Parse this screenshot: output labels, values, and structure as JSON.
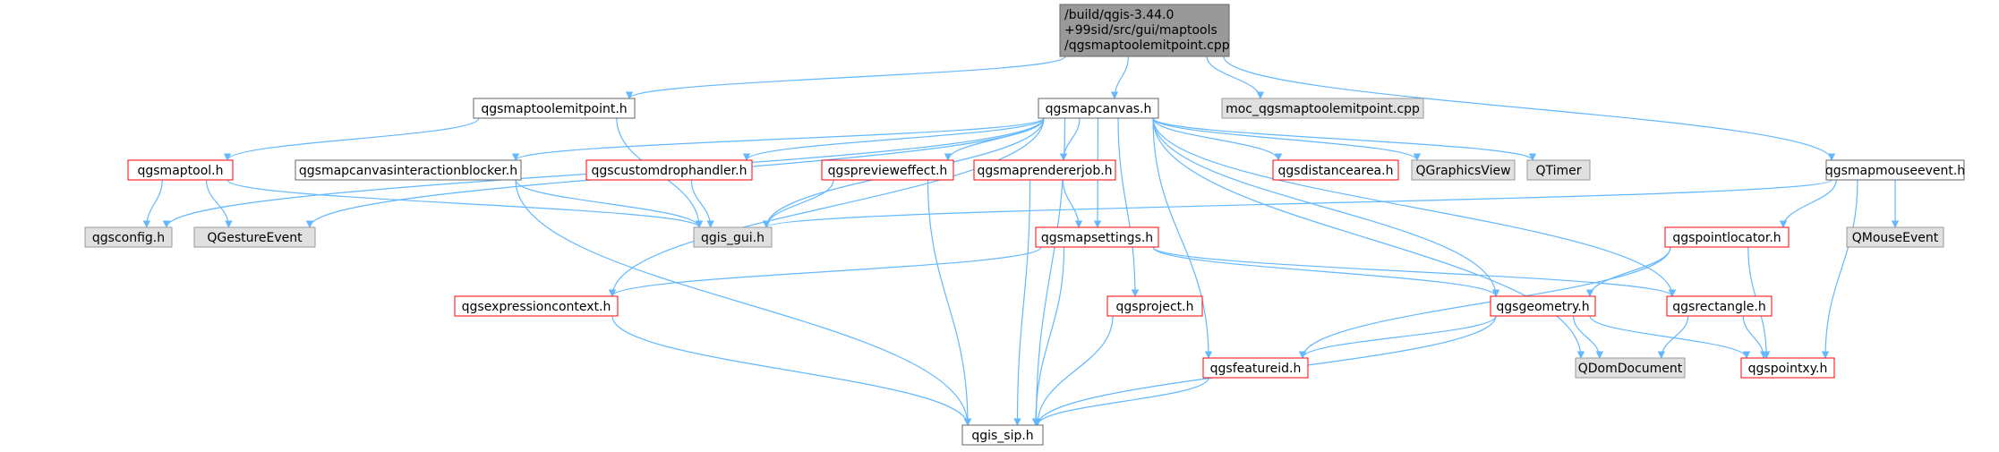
{
  "diagram": {
    "type": "include-dependency-graph",
    "colors": {
      "edge": "#63b8ff",
      "root_fill": "#999999",
      "external_fill": "#e0e0e0",
      "external_stroke": "#999999",
      "normal_stroke": "#666666",
      "truncated_stroke": "#ff0000"
    },
    "nodes": [
      {
        "id": "root",
        "label": "/build/qgis-3.44.0\n+99sid/src/gui/maptools\n/qgsmaptoolemitpoint.cpp",
        "kind": "root"
      },
      {
        "id": "maptoolemitpoint_h",
        "label": "qgsmaptoolemitpoint.h",
        "kind": "normal"
      },
      {
        "id": "mapcanvas_h",
        "label": "qgsmapcanvas.h",
        "kind": "normal"
      },
      {
        "id": "moc",
        "label": "moc_qgsmaptoolemitpoint.cpp",
        "kind": "external"
      },
      {
        "id": "maptool_h",
        "label": "qgsmaptool.h",
        "kind": "truncated"
      },
      {
        "id": "blocker_h",
        "label": "qgsmapcanvasinteractionblocker.h",
        "kind": "normal"
      },
      {
        "id": "customdrop_h",
        "label": "qgscustomdrophandler.h",
        "kind": "truncated"
      },
      {
        "id": "preview_h",
        "label": "qgspreviewеffect.h",
        "kind": "truncated"
      },
      {
        "id": "renderjob_h",
        "label": "qgsmaprendererjob.h",
        "kind": "truncated"
      },
      {
        "id": "distance_h",
        "label": "qgsdistancearea.h",
        "kind": "truncated"
      },
      {
        "id": "qgraphicsview",
        "label": "QGraphicsView",
        "kind": "external"
      },
      {
        "id": "qtimer",
        "label": "QTimer",
        "kind": "external"
      },
      {
        "id": "mouseevent_h",
        "label": "qgsmapmouseevent.h",
        "kind": "normal"
      },
      {
        "id": "config_h",
        "label": "qgsconfig.h",
        "kind": "external"
      },
      {
        "id": "qgesture",
        "label": "QGestureEvent",
        "kind": "external"
      },
      {
        "id": "gui_h",
        "label": "qgis_gui.h",
        "kind": "external"
      },
      {
        "id": "settings_h",
        "label": "qgsmapsettings.h",
        "kind": "truncated"
      },
      {
        "id": "pointlocator_h",
        "label": "qgspointlocator.h",
        "kind": "truncated"
      },
      {
        "id": "qmouseevent",
        "label": "QMouseEvent",
        "kind": "external"
      },
      {
        "id": "expression_h",
        "label": "qgsexpressioncontext.h",
        "kind": "truncated"
      },
      {
        "id": "project_h",
        "label": "qgsproject.h",
        "kind": "truncated"
      },
      {
        "id": "geometry_h",
        "label": "qgsgeometry.h",
        "kind": "truncated"
      },
      {
        "id": "rectangle_h",
        "label": "qgsrectangle.h",
        "kind": "truncated"
      },
      {
        "id": "featureid_h",
        "label": "qgsfeatureid.h",
        "kind": "truncated"
      },
      {
        "id": "qdom",
        "label": "QDomDocument",
        "kind": "external"
      },
      {
        "id": "pointxy_h",
        "label": "qgspointxy.h",
        "kind": "truncated"
      },
      {
        "id": "sip_h",
        "label": "qgis_sip.h",
        "kind": "normal"
      }
    ],
    "edges": [
      {
        "from": "root",
        "to": "maptoolemitpoint_h"
      },
      {
        "from": "root",
        "to": "mapcanvas_h"
      },
      {
        "from": "root",
        "to": "moc"
      },
      {
        "from": "root",
        "to": "mouseevent_h"
      },
      {
        "from": "maptoolemitpoint_h",
        "to": "maptool_h"
      },
      {
        "from": "maptoolemitpoint_h",
        "to": "gui_h"
      },
      {
        "from": "mapcanvas_h",
        "to": "config_h"
      },
      {
        "from": "mapcanvas_h",
        "to": "expression_h"
      },
      {
        "from": "mapcanvas_h",
        "to": "sip_h"
      },
      {
        "from": "mapcanvas_h",
        "to": "qgesture"
      },
      {
        "from": "mapcanvas_h",
        "to": "blocker_h"
      },
      {
        "from": "mapcanvas_h",
        "to": "customdrop_h"
      },
      {
        "from": "mapcanvas_h",
        "to": "gui_h"
      },
      {
        "from": "mapcanvas_h",
        "to": "preview_h"
      },
      {
        "from": "mapcanvas_h",
        "to": "renderjob_h"
      },
      {
        "from": "mapcanvas_h",
        "to": "settings_h"
      },
      {
        "from": "mapcanvas_h",
        "to": "project_h"
      },
      {
        "from": "mapcanvas_h",
        "to": "featureid_h"
      },
      {
        "from": "mapcanvas_h",
        "to": "distance_h"
      },
      {
        "from": "mapcanvas_h",
        "to": "qgraphicsview"
      },
      {
        "from": "mapcanvas_h",
        "to": "qtimer"
      },
      {
        "from": "mapcanvas_h",
        "to": "qdom"
      },
      {
        "from": "mapcanvas_h",
        "to": "geometry_h"
      },
      {
        "from": "mapcanvas_h",
        "to": "rectangle_h"
      },
      {
        "from": "maptool_h",
        "to": "config_h"
      },
      {
        "from": "maptool_h",
        "to": "qgesture"
      },
      {
        "from": "maptool_h",
        "to": "gui_h"
      },
      {
        "from": "blocker_h",
        "to": "gui_h"
      },
      {
        "from": "blocker_h",
        "to": "sip_h"
      },
      {
        "from": "customdrop_h",
        "to": "gui_h"
      },
      {
        "from": "preview_h",
        "to": "gui_h"
      },
      {
        "from": "preview_h",
        "to": "sip_h"
      },
      {
        "from": "renderjob_h",
        "to": "settings_h"
      },
      {
        "from": "renderjob_h",
        "to": "sip_h"
      },
      {
        "from": "settings_h",
        "to": "expression_h"
      },
      {
        "from": "settings_h",
        "to": "sip_h"
      },
      {
        "from": "settings_h",
        "to": "geometry_h"
      },
      {
        "from": "settings_h",
        "to": "rectangle_h"
      },
      {
        "from": "mouseevent_h",
        "to": "gui_h"
      },
      {
        "from": "mouseevent_h",
        "to": "pointlocator_h"
      },
      {
        "from": "mouseevent_h",
        "to": "qmouseevent"
      },
      {
        "from": "mouseevent_h",
        "to": "pointxy_h"
      },
      {
        "from": "pointlocator_h",
        "to": "geometry_h"
      },
      {
        "from": "pointlocator_h",
        "to": "featureid_h"
      },
      {
        "from": "pointlocator_h",
        "to": "pointxy_h"
      },
      {
        "from": "expression_h",
        "to": "sip_h"
      },
      {
        "from": "project_h",
        "to": "sip_h"
      },
      {
        "from": "geometry_h",
        "to": "featureid_h"
      },
      {
        "from": "geometry_h",
        "to": "qdom"
      },
      {
        "from": "geometry_h",
        "to": "pointxy_h"
      },
      {
        "from": "geometry_h",
        "to": "sip_h"
      },
      {
        "from": "rectangle_h",
        "to": "qdom"
      },
      {
        "from": "rectangle_h",
        "to": "pointxy_h"
      },
      {
        "from": "featureid_h",
        "to": "sip_h"
      }
    ]
  }
}
